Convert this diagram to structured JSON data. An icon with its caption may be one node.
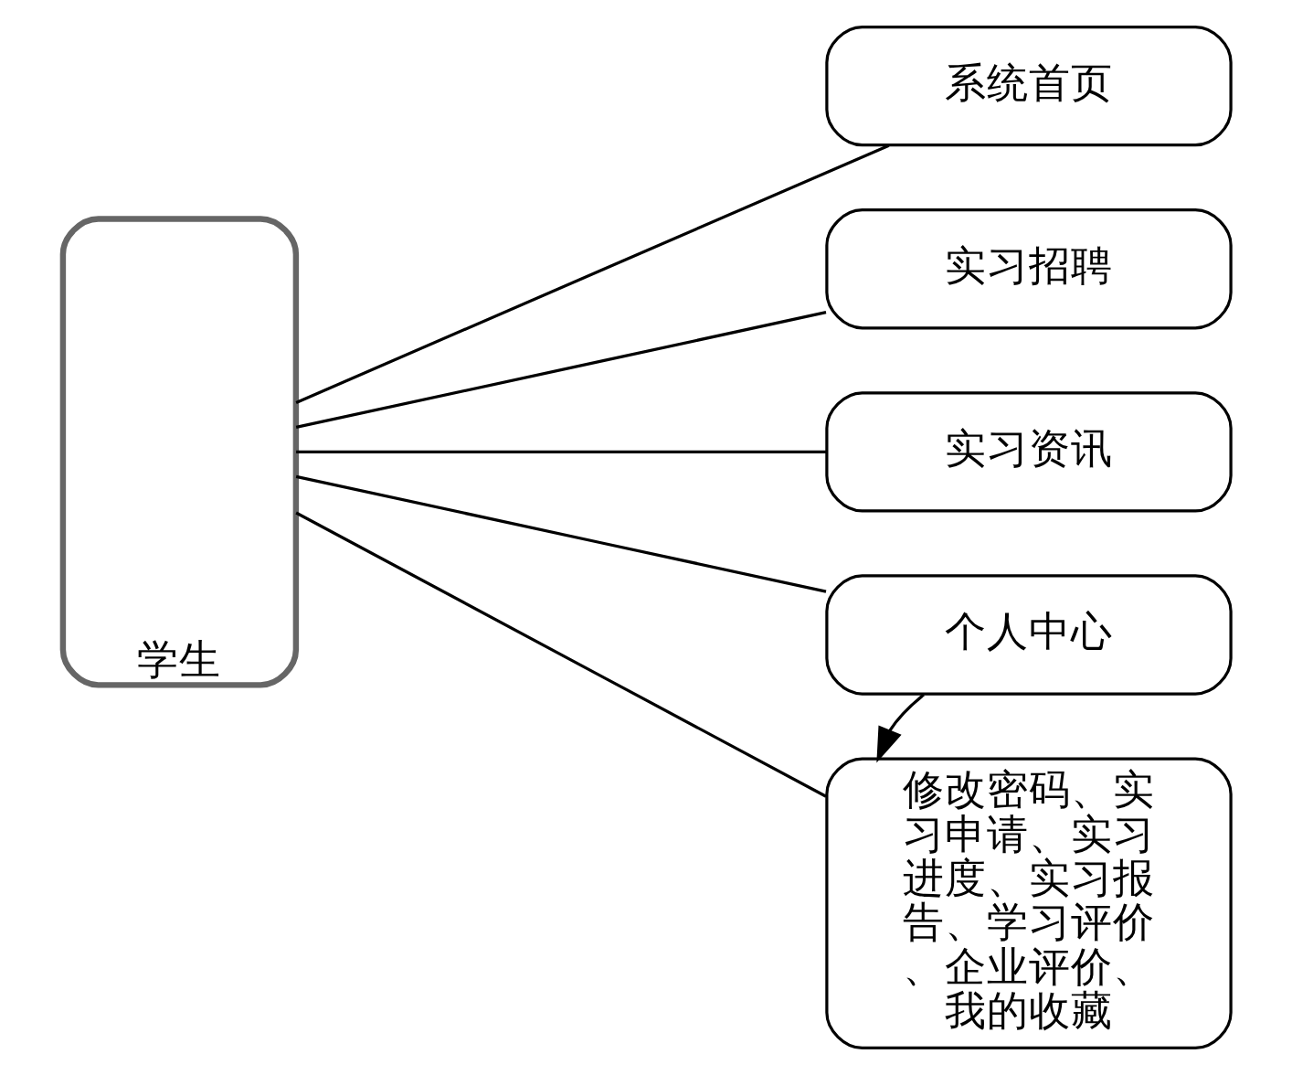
{
  "diagram": {
    "nodes": [
      {
        "text": [
          "学生"
        ]
      },
      {
        "text": [
          "系统首页"
        ]
      },
      {
        "text": [
          "实习招聘"
        ]
      },
      {
        "text": [
          "实习资讯"
        ]
      },
      {
        "text": [
          "个人中心"
        ]
      },
      {
        "text": [
          "修改密码、实习申请、实习进度、实习报告、学习评价、企业评价、我的收藏"
        ]
      }
    ],
    "edges": [
      {
        "from": 0,
        "to": 1,
        "arrow": "none"
      },
      {
        "from": 0,
        "to": 2,
        "arrow": "none"
      },
      {
        "from": 0,
        "to": 3,
        "arrow": "none"
      },
      {
        "from": 0,
        "to": 4,
        "arrow": "none"
      },
      {
        "from": 0,
        "to": 5,
        "arrow": "none"
      },
      {
        "from": 4,
        "to": 5,
        "arrow": "to"
      }
    ]
  }
}
